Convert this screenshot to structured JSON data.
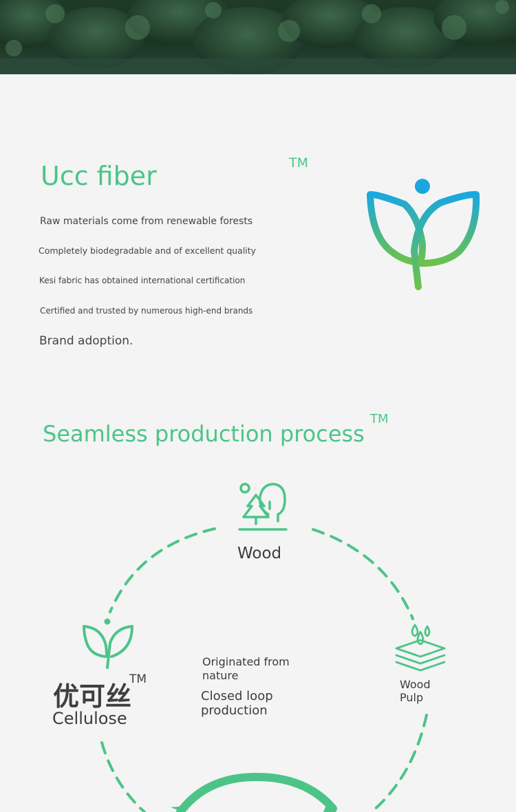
{
  "colors": {
    "accent": "#4cc488",
    "logo_blue": "#1aa7e0",
    "logo_green": "#6cc24a",
    "background": "#f4f4f4",
    "text": "#444444"
  },
  "banner": {
    "image": "forest-canopy"
  },
  "fiber": {
    "title": "Ucc fiber",
    "tm": "TM",
    "lines": [
      "Raw materials come from renewable forests",
      "Completely biodegradable and of excellent quality",
      "Kesi fabric has obtained international certification",
      "Certified and trusted by numerous high-end brands",
      "Brand adoption."
    ],
    "logo_icon": "sprout-logo-icon"
  },
  "process": {
    "title": "Seamless production process",
    "tm": "TM",
    "wood_label": "Wood",
    "pulp_label": "Wood\nPulp",
    "brand_zh": "优可丝",
    "brand_tm": "TM",
    "cellulose_label": "Cellulose",
    "center_line1": "Originated from\nnature",
    "center_line2": "Closed loop\nproduction",
    "icons": [
      "tree-icon",
      "wood-pulp-icon",
      "sprout-icon",
      "recycle-arrow-icon"
    ]
  }
}
